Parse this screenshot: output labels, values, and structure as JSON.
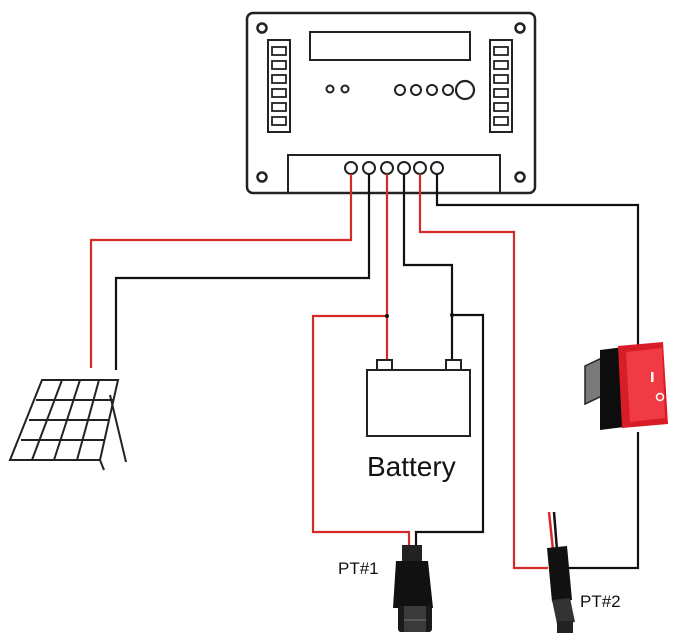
{
  "labels": {
    "battery": "Battery",
    "pt1": "PT#1",
    "pt2": "PT#2"
  },
  "colors": {
    "positive_wire": "#d42a2a",
    "negative_wire": "#111111",
    "switch_red": "#e8232f",
    "outline": "#222222"
  },
  "icons": {
    "controller": "charge-controller-icon",
    "solar": "solar-panel-icon",
    "battery": "battery-icon",
    "switch": "rocker-switch-icon",
    "pt1": "dc-barrel-plug-icon",
    "pt2": "dc-barrel-plug-icon"
  }
}
